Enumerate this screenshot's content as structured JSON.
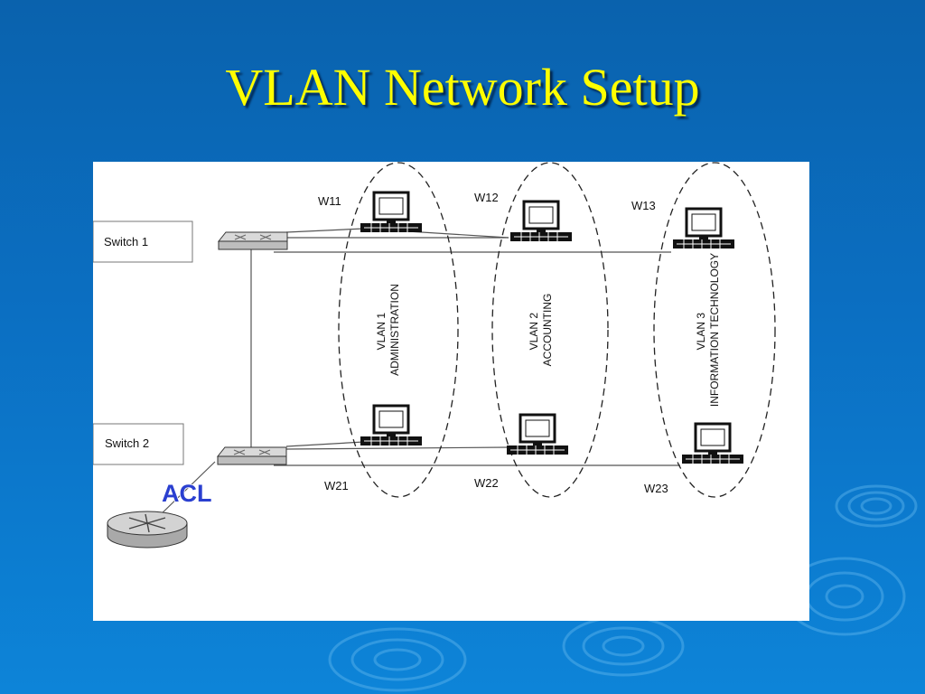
{
  "slide": {
    "title": "VLAN Network Setup"
  },
  "diagram": {
    "switches": [
      {
        "id": "switch-1",
        "label": "Switch 1"
      },
      {
        "id": "switch-2",
        "label": "Switch 2"
      }
    ],
    "acl_label": "ACL",
    "vlans": [
      {
        "id": "vlan-1",
        "lines": [
          "VLAN 1",
          "ADMINISTRATION"
        ]
      },
      {
        "id": "vlan-2",
        "lines": [
          "VLAN 2",
          "ACCOUNTING"
        ]
      },
      {
        "id": "vlan-3",
        "lines": [
          "VLAN 3",
          "INFORMATION TECHNOLOGY"
        ]
      }
    ],
    "workstations": [
      {
        "id": "w11",
        "label": "W11"
      },
      {
        "id": "w12",
        "label": "W12"
      },
      {
        "id": "w13",
        "label": "W13"
      },
      {
        "id": "w21",
        "label": "W21"
      },
      {
        "id": "w22",
        "label": "W22"
      },
      {
        "id": "w23",
        "label": "W23"
      }
    ]
  }
}
